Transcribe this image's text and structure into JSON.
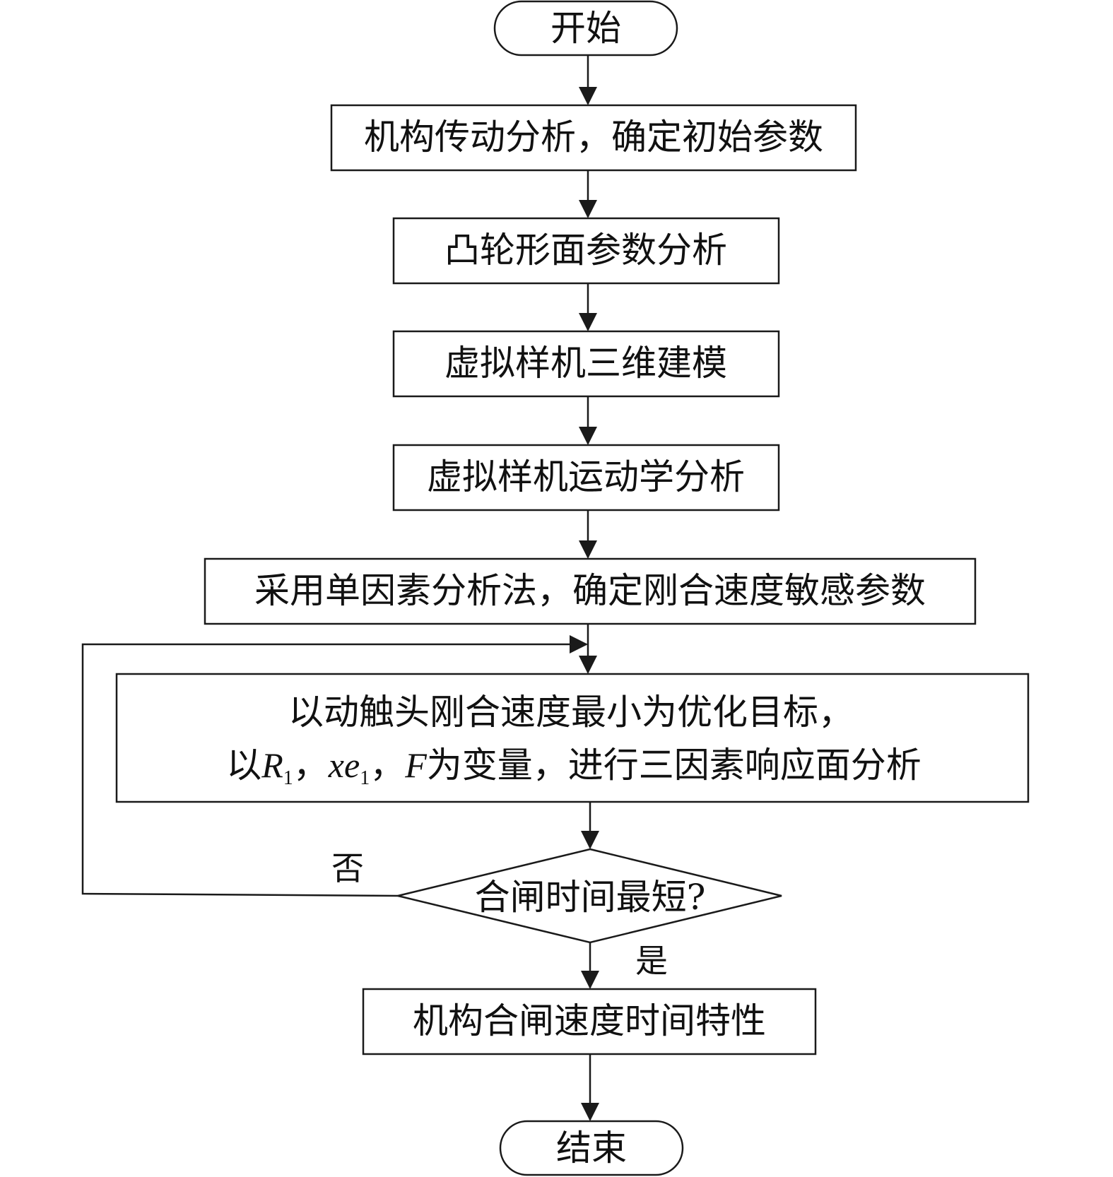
{
  "diagram": {
    "nodes": {
      "start": "开始",
      "step1": "机构传动分析，确定初始参数",
      "step2": "凸轮形面参数分析",
      "step3": "虚拟样机三维建模",
      "step4": "虚拟样机运动学分析",
      "step5": "采用单因素分析法，确定刚合速度敏感参数",
      "step6": {
        "line1": "以动触头刚合速度最小为优化目标，",
        "line2_prefix": "以",
        "var1": "R",
        "var1_sub": "1",
        "sep1": "，",
        "var2": "xe",
        "var2_sub": "1",
        "sep2": "，",
        "var3": "F",
        "line2_suffix": "为变量，进行三因素响应面分析"
      },
      "decision": "合闸时间最短?",
      "step7": "机构合闸速度时间特性",
      "end": "结束"
    },
    "branches": {
      "no": "否",
      "yes": "是"
    }
  }
}
